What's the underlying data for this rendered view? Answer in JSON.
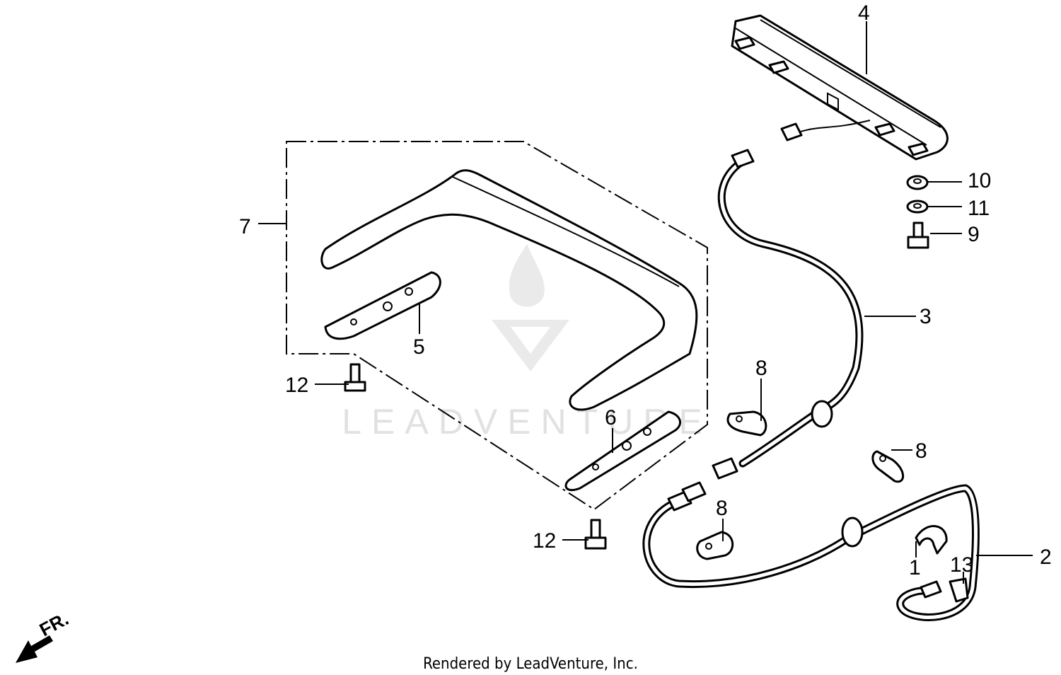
{
  "diagram": {
    "callouts": {
      "p1": "1",
      "p2": "2",
      "p3": "3",
      "p4": "4",
      "p5": "5",
      "p6": "6",
      "p7": "7",
      "p8a": "8",
      "p8b": "8",
      "p8c": "8",
      "p9": "9",
      "p10": "10",
      "p11": "11",
      "p12a": "12",
      "p12b": "12",
      "p13": "13"
    },
    "direction_label": "FR.",
    "watermark": "LEADVENTURE",
    "footer": "Rendered by LeadVenture, Inc."
  }
}
